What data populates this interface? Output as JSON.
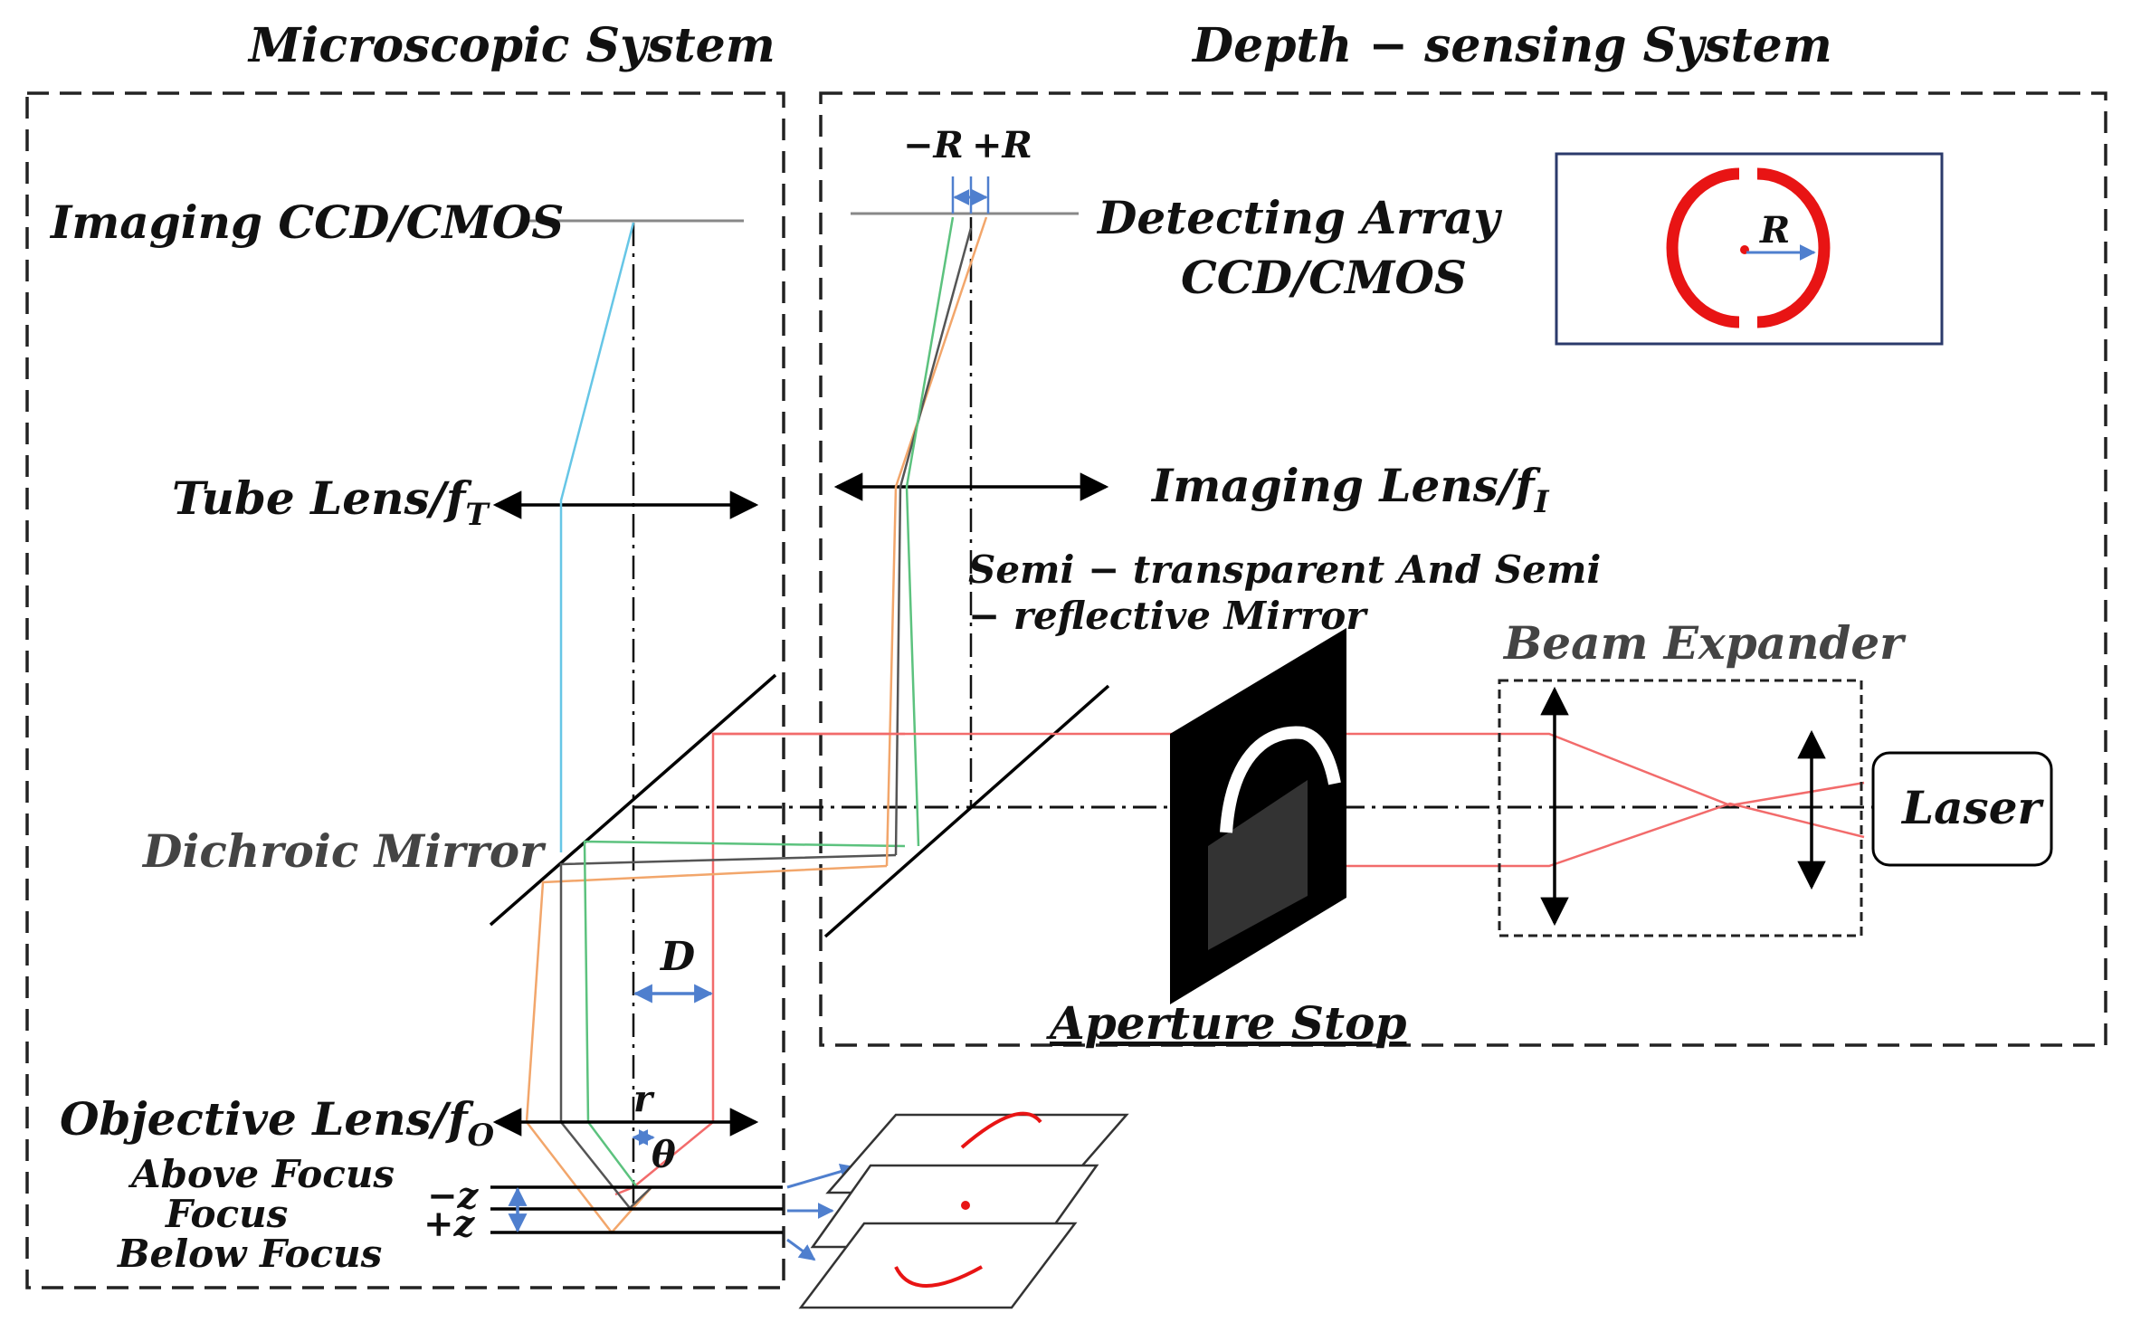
{
  "titles": {
    "microscopic": "Microscopic System",
    "depth_sensing": "Depth − sensing System"
  },
  "labels": {
    "imaging_ccd": "Imaging CCD/CMOS",
    "tube_lens": "Tube Lens/f",
    "tube_lens_sub": "T",
    "dichroic_mirror": "Dichroic Mirror",
    "objective_lens": "Objective Lens/f",
    "objective_lens_sub": "O",
    "above_focus": "Above Focus",
    "focus": "Focus",
    "below_focus": "Below Focus",
    "minus_z": "−z",
    "plus_z": "+z",
    "D": "D",
    "r": "r",
    "theta": "θ",
    "minus_R": "−R",
    "plus_R": "+R",
    "detecting_array_line1": "Detecting Array",
    "detecting_array_line2": "CCD/CMOS",
    "R": "R",
    "imaging_lens": "Imaging Lens/f",
    "imaging_lens_sub": "I",
    "semi_mirror_line1": "Semi − transparent And Semi",
    "semi_mirror_line2": "− reflective Mirror",
    "beam_expander": "Beam Expander",
    "laser": "Laser",
    "aperture_stop": "Aperture Stop"
  },
  "colors": {
    "laser_red": "#f26b6b",
    "ring_red": "#e81414",
    "cyan": "#66c6e6",
    "green": "#5cc27e",
    "orange": "#f2a66b",
    "grey": "#555555",
    "blue_arrow": "#4f7fce",
    "inset_border": "#2b3a6b"
  }
}
